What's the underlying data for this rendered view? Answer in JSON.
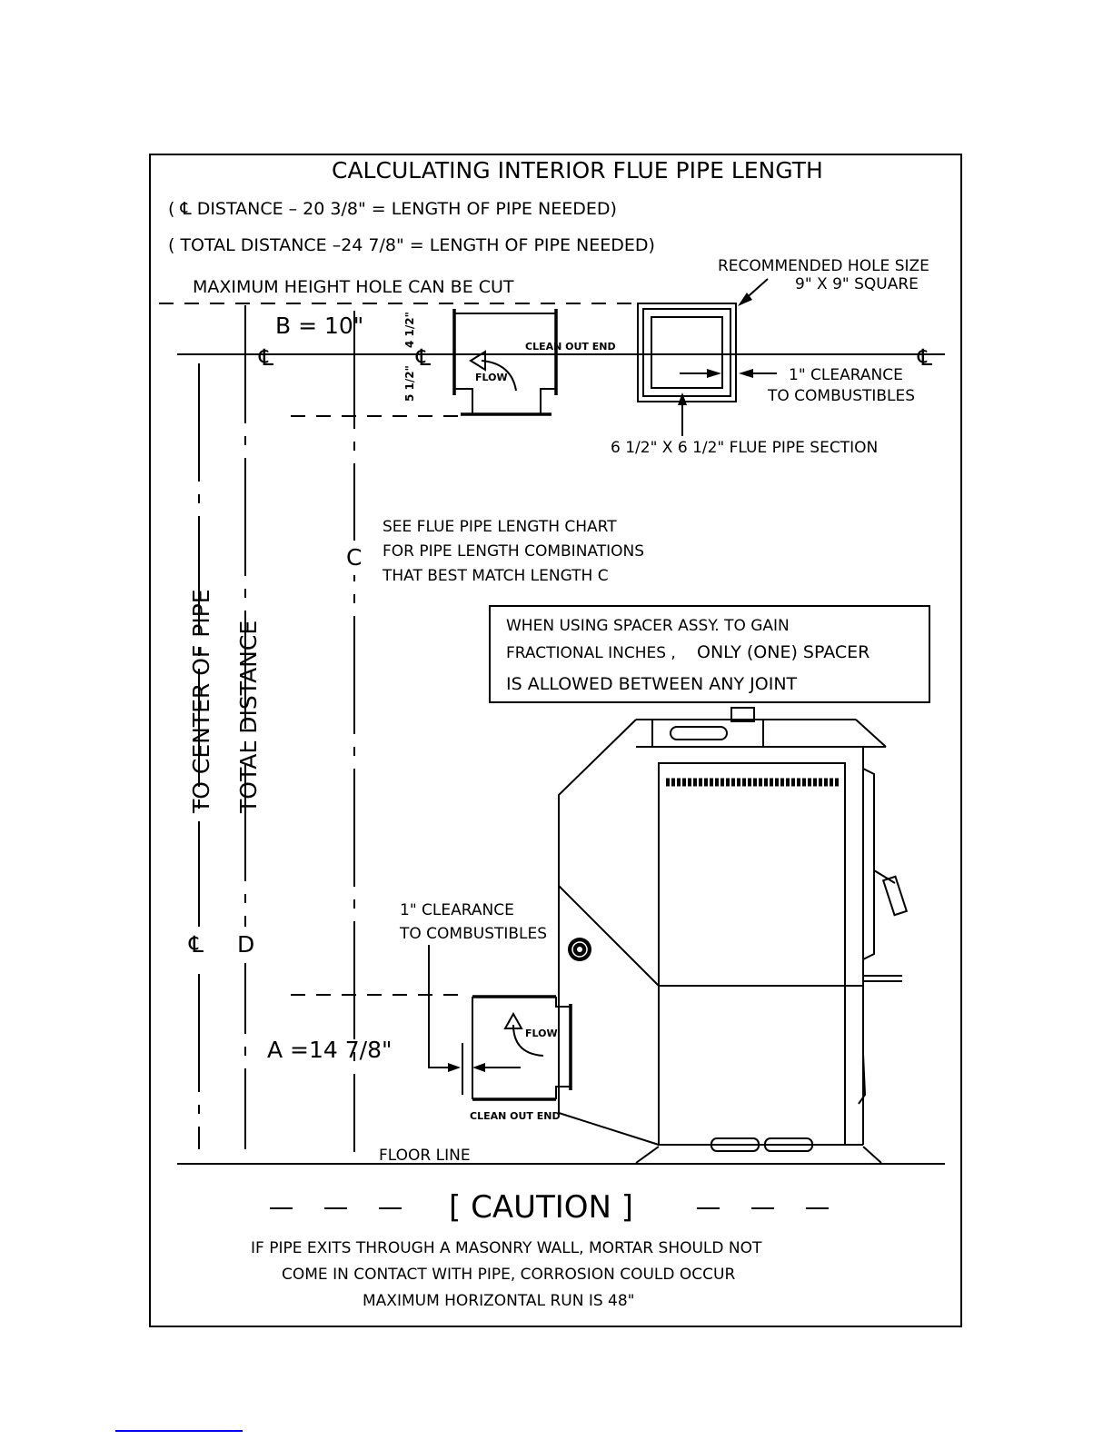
{
  "title": "CALCULATING INTERIOR FLUE PIPE LENGTH",
  "formula_cl": "( ℄ DISTANCE – 20 3/8\" = LENGTH OF PIPE NEEDED)",
  "formula_total": "( TOTAL DISTANCE –24 7/8\" = LENGTH OF PIPE NEEDED)",
  "max_height": "MAXIMUM HEIGHT HOLE CAN BE CUT",
  "hole_size_1": "RECOMMENDED HOLE SIZE",
  "hole_size_2": "9\" X 9\" SQUARE",
  "dim_b": "B = 10\"",
  "dim_4half": "4 1/2\"",
  "dim_5half": "5 1/2\"",
  "clean_out_top": "CLEAN OUT END",
  "flow": "FLOW",
  "cl_symbol": "℄",
  "clearance_top_1": "1\" CLEARANCE",
  "clearance_top_2": "TO COMBUSTIBLES",
  "flue_section": "6 1/2\" X 6 1/2\" FLUE PIPE SECTION",
  "see_chart_1": "SEE FLUE PIPE LENGTH CHART",
  "see_chart_2": "FOR PIPE LENGTH COMBINATIONS",
  "see_chart_3": "THAT BEST MATCH LENGTH C",
  "dim_c": "C",
  "spacer_note_1": "WHEN USING SPACER ASSY. TO GAIN",
  "spacer_note_2a": "FRACTIONAL INCHES ,",
  "spacer_note_2b": "ONLY (ONE) SPACER",
  "spacer_note_3": "IS ALLOWED BETWEEN ANY JOINT",
  "to_center": "TO CENTER OF PIPE",
  "total_distance": "TOTAL DISTANCE",
  "dim_d": "D",
  "clearance_bot_1": "1\" CLEARANCE",
  "clearance_bot_2": "TO COMBUSTIBLES",
  "dim_a": "A =14 7/8\"",
  "clean_out_bot": "CLEAN OUT END",
  "floor_line": "FLOOR LINE",
  "caution_title": "[ CAUTION ]",
  "caution_1": "IF PIPE EXITS THROUGH A MASONRY WALL, MORTAR SHOULD NOT",
  "caution_2": "COME IN CONTACT WITH PIPE, CORROSION COULD OCCUR",
  "caution_3": "MAXIMUM HORIZONTAL RUN IS 48\""
}
